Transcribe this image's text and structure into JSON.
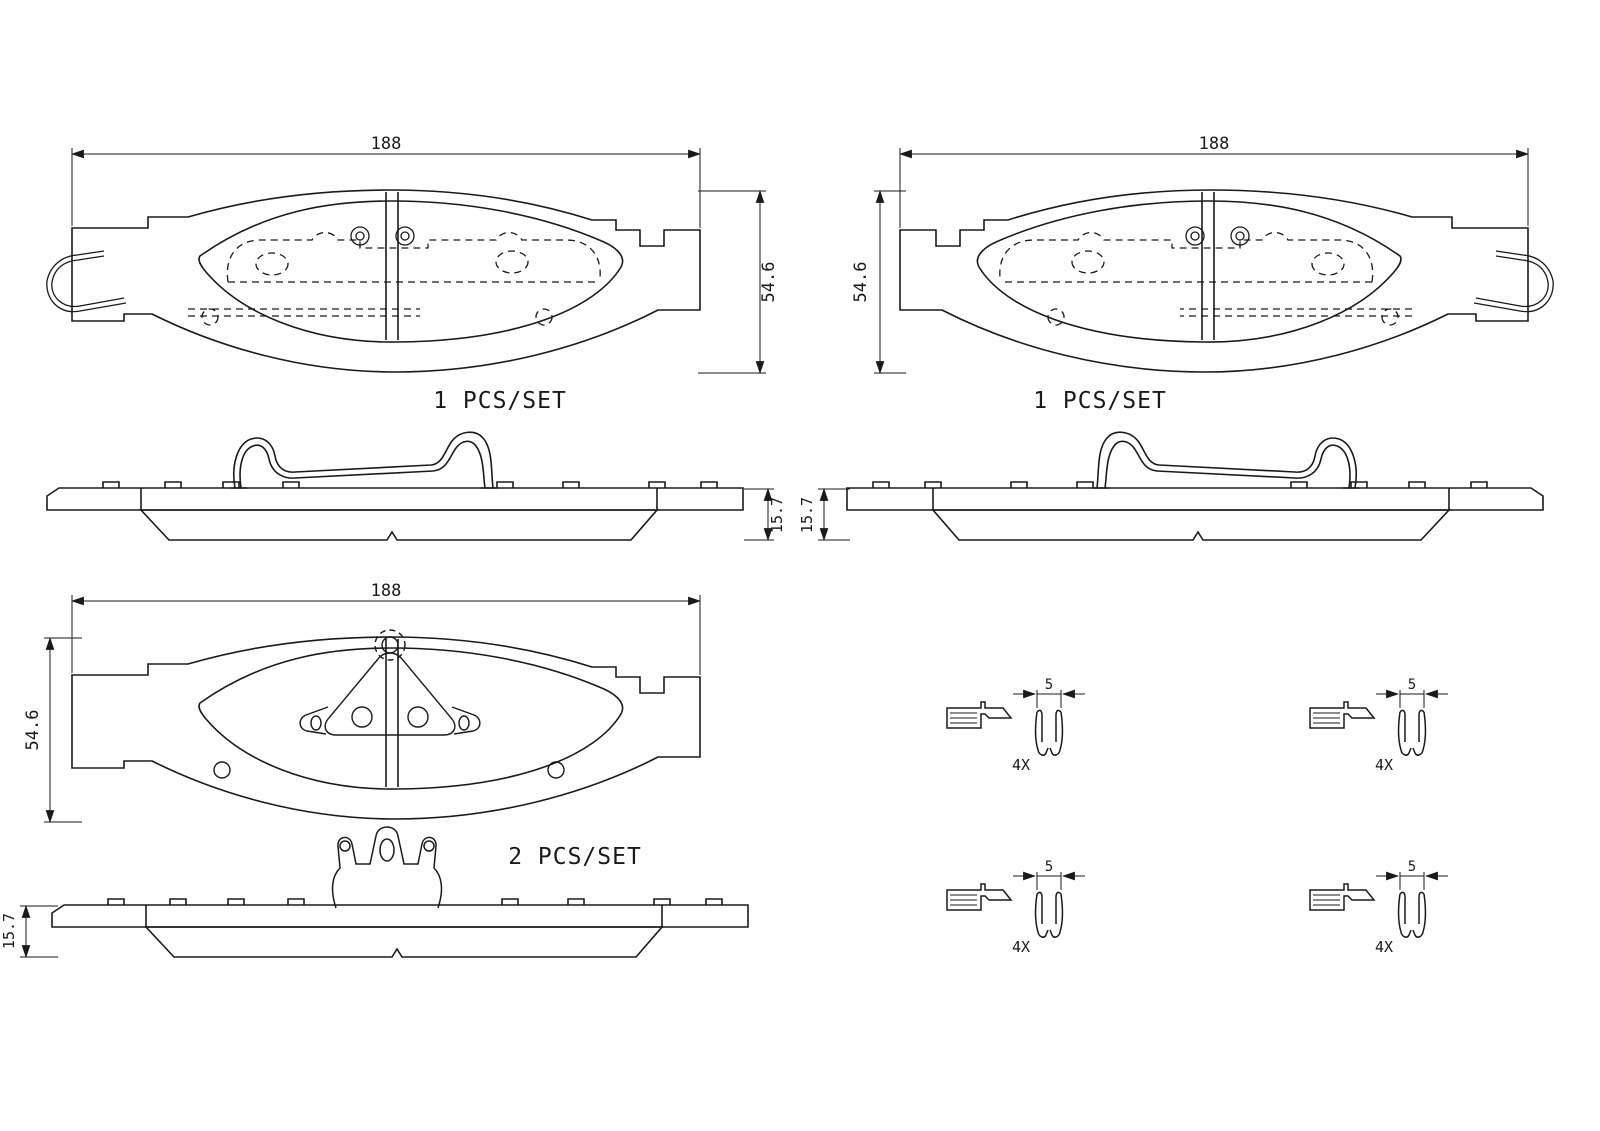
{
  "views": {
    "set1": {
      "width_mm": "188",
      "height_mm": "54.6",
      "thickness_mm": "15.7",
      "pcs_label": "1 PCS/SET"
    },
    "set2": {
      "width_mm": "188",
      "height_mm": "54.6",
      "thickness_mm": "15.7",
      "pcs_label": "1 PCS/SET"
    },
    "set3": {
      "width_mm": "188",
      "height_mm": "54.6",
      "thickness_mm": "15.7",
      "pcs_label": "2 PCS/SET"
    },
    "hardware_clip": {
      "width_mm": "5",
      "quantity": "4X"
    }
  },
  "colors": {
    "line": "#1a1a1a",
    "background": "#ffffff"
  }
}
